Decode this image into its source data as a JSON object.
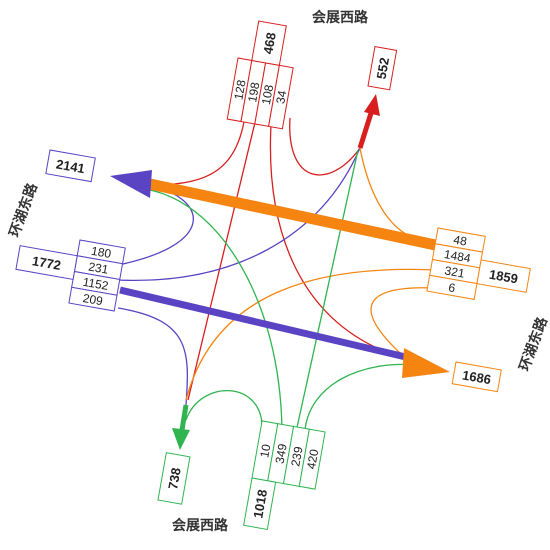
{
  "diagram": {
    "colors": {
      "north": "#d81e1e",
      "west": "#5a44c4",
      "east": "#f58410",
      "south": "#2fb450",
      "ink": "#222222"
    },
    "road_labels": {
      "north": "会展西路",
      "south": "会展西路",
      "west": "环湖东路",
      "east": "环湖东路"
    },
    "approaches": {
      "north": {
        "total": "468",
        "movements": [
          "128",
          "198",
          "108",
          "34"
        ],
        "exit": "552"
      },
      "west": {
        "total": "1772",
        "movements": [
          "180",
          "231",
          "1152",
          "209"
        ],
        "exit": "2141"
      },
      "east": {
        "total": "1859",
        "movements": [
          "48",
          "1484",
          "321",
          "6"
        ],
        "exit": "1686"
      },
      "south": {
        "total": "1018",
        "movements": [
          "10",
          "349",
          "239",
          "420"
        ],
        "exit": "738"
      }
    }
  }
}
